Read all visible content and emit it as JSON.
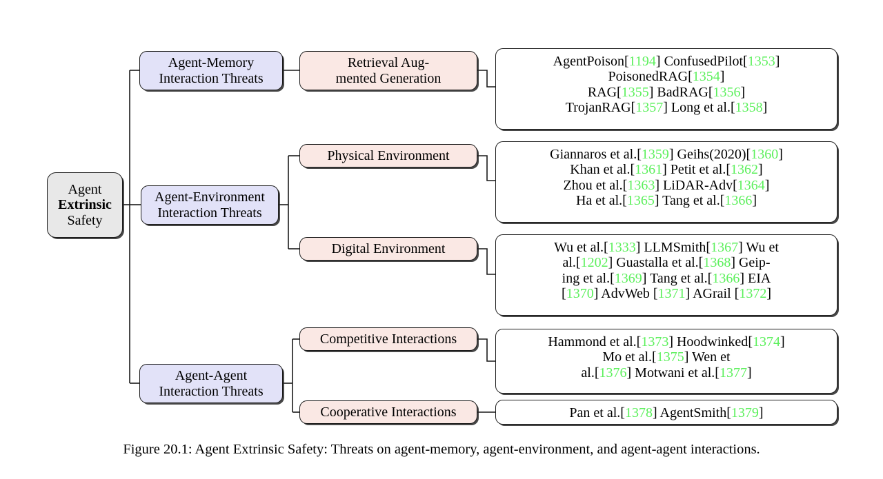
{
  "figure": {
    "caption": "Figure 20.1: Agent Extrinsic Safety: Threats on agent-memory, agent-environment, and agent-agent interactions.",
    "background_color": "#ffffff",
    "citation_color": "#5cf05c",
    "line_color": "#1a1a1a"
  },
  "root": {
    "name": "agent-extrinsic-safety",
    "line1": "Agent",
    "line2": "Extrinsic",
    "line3": "Safety",
    "fill_color": "#e8e8e8"
  },
  "branches": [
    {
      "id": "agent-memory",
      "line1": "Agent-Memory",
      "line2": "Interaction Threats",
      "fill_color": "#e2e2f8",
      "categories": [
        {
          "id": "retrieval-augmented-generation",
          "line1": "Retrieval Aug-",
          "line2": "mented Generation",
          "fill_color": "#fae8e4",
          "leaf": {
            "id": "rag-citations",
            "lines": [
              [
                {
                  "t": "AgentPoison",
                  "k": "txt"
                },
                {
                  "t": "[",
                  "k": "brk"
                },
                {
                  "t": "1194",
                  "k": "cite"
                },
                {
                  "t": "]",
                  "k": "brk"
                },
                {
                  "t": " ConfusedPilot",
                  "k": "txt"
                },
                {
                  "t": "[",
                  "k": "brk"
                },
                {
                  "t": "1353",
                  "k": "cite"
                },
                {
                  "t": "]",
                  "k": "brk"
                }
              ],
              [
                {
                  "t": "PoisonedRAG",
                  "k": "txt"
                },
                {
                  "t": "[",
                  "k": "brk"
                },
                {
                  "t": "1354",
                  "k": "cite"
                },
                {
                  "t": "]",
                  "k": "brk"
                }
              ],
              [
                {
                  "t": "RAG",
                  "k": "txt"
                },
                {
                  "t": "[",
                  "k": "brk"
                },
                {
                  "t": "1355",
                  "k": "cite"
                },
                {
                  "t": "]",
                  "k": "brk"
                },
                {
                  "t": " BadRAG",
                  "k": "txt"
                },
                {
                  "t": "[",
                  "k": "brk"
                },
                {
                  "t": "1356",
                  "k": "cite"
                },
                {
                  "t": "]",
                  "k": "brk"
                }
              ],
              [
                {
                  "t": "TrojanRAG",
                  "k": "txt"
                },
                {
                  "t": "[",
                  "k": "brk"
                },
                {
                  "t": "1357",
                  "k": "cite"
                },
                {
                  "t": "]",
                  "k": "brk"
                },
                {
                  "t": " Long et al.",
                  "k": "txt"
                },
                {
                  "t": "[",
                  "k": "brk"
                },
                {
                  "t": "1358",
                  "k": "cite"
                },
                {
                  "t": "]",
                  "k": "brk"
                }
              ]
            ]
          }
        }
      ]
    },
    {
      "id": "agent-environment",
      "line1": "Agent-Environment",
      "line2": "Interaction Threats",
      "fill_color": "#e2e2f8",
      "categories": [
        {
          "id": "physical-environment",
          "line1": "Physical Environment",
          "line2": "",
          "fill_color": "#fae8e4",
          "leaf": {
            "id": "physical-environment-citations",
            "lines": [
              [
                {
                  "t": "Giannaros et al.",
                  "k": "txt"
                },
                {
                  "t": "[",
                  "k": "brk"
                },
                {
                  "t": "1359",
                  "k": "cite"
                },
                {
                  "t": "]",
                  "k": "brk"
                },
                {
                  "t": " Geihs(2020)",
                  "k": "txt"
                },
                {
                  "t": "[",
                  "k": "brk"
                },
                {
                  "t": "1360",
                  "k": "cite"
                },
                {
                  "t": "]",
                  "k": "brk"
                }
              ],
              [
                {
                  "t": "Khan et al.",
                  "k": "txt"
                },
                {
                  "t": "[",
                  "k": "brk"
                },
                {
                  "t": "1361",
                  "k": "cite"
                },
                {
                  "t": "]",
                  "k": "brk"
                },
                {
                  "t": " Petit et al.",
                  "k": "txt"
                },
                {
                  "t": "[",
                  "k": "brk"
                },
                {
                  "t": "1362",
                  "k": "cite"
                },
                {
                  "t": "]",
                  "k": "brk"
                }
              ],
              [
                {
                  "t": "Zhou et al.",
                  "k": "txt"
                },
                {
                  "t": "[",
                  "k": "brk"
                },
                {
                  "t": "1363",
                  "k": "cite"
                },
                {
                  "t": "]",
                  "k": "brk"
                },
                {
                  "t": " LiDAR-Adv",
                  "k": "txt"
                },
                {
                  "t": "[",
                  "k": "brk"
                },
                {
                  "t": "1364",
                  "k": "cite"
                },
                {
                  "t": "]",
                  "k": "brk"
                }
              ],
              [
                {
                  "t": "Ha et al.",
                  "k": "txt"
                },
                {
                  "t": "[",
                  "k": "brk"
                },
                {
                  "t": "1365",
                  "k": "cite"
                },
                {
                  "t": "]",
                  "k": "brk"
                },
                {
                  "t": " Tang et al.",
                  "k": "txt"
                },
                {
                  "t": "[",
                  "k": "brk"
                },
                {
                  "t": "1366",
                  "k": "cite"
                },
                {
                  "t": "]",
                  "k": "brk"
                }
              ]
            ]
          }
        },
        {
          "id": "digital-environment",
          "line1": "Digital Environment",
          "line2": "",
          "fill_color": "#fae8e4",
          "leaf": {
            "id": "digital-environment-citations",
            "lines": [
              [
                {
                  "t": "Wu et al.",
                  "k": "txt"
                },
                {
                  "t": "[",
                  "k": "brk"
                },
                {
                  "t": "1333",
                  "k": "cite"
                },
                {
                  "t": "]",
                  "k": "brk"
                },
                {
                  "t": " LLMSmith",
                  "k": "txt"
                },
                {
                  "t": "[",
                  "k": "brk"
                },
                {
                  "t": "1367",
                  "k": "cite"
                },
                {
                  "t": "]",
                  "k": "brk"
                },
                {
                  "t": " Wu et",
                  "k": "txt"
                }
              ],
              [
                {
                  "t": "al.",
                  "k": "txt"
                },
                {
                  "t": "[",
                  "k": "brk"
                },
                {
                  "t": "1202",
                  "k": "cite"
                },
                {
                  "t": "]",
                  "k": "brk"
                },
                {
                  "t": " Guastalla et al.",
                  "k": "txt"
                },
                {
                  "t": "[",
                  "k": "brk"
                },
                {
                  "t": "1368",
                  "k": "cite"
                },
                {
                  "t": "]",
                  "k": "brk"
                },
                {
                  "t": " Geip-",
                  "k": "txt"
                }
              ],
              [
                {
                  "t": "ing et al.",
                  "k": "txt"
                },
                {
                  "t": "[",
                  "k": "brk"
                },
                {
                  "t": "1369",
                  "k": "cite"
                },
                {
                  "t": "]",
                  "k": "brk"
                },
                {
                  "t": " Tang et al.",
                  "k": "txt"
                },
                {
                  "t": "[",
                  "k": "brk"
                },
                {
                  "t": "1366",
                  "k": "cite"
                },
                {
                  "t": "]",
                  "k": "brk"
                },
                {
                  "t": " EIA",
                  "k": "txt"
                }
              ],
              [
                {
                  "t": "[",
                  "k": "brk"
                },
                {
                  "t": "1370",
                  "k": "cite"
                },
                {
                  "t": "]",
                  "k": "brk"
                },
                {
                  "t": " AdvWeb ",
                  "k": "txt"
                },
                {
                  "t": "[",
                  "k": "brk"
                },
                {
                  "t": "1371",
                  "k": "cite"
                },
                {
                  "t": "]",
                  "k": "brk"
                },
                {
                  "t": " AGrail ",
                  "k": "txt"
                },
                {
                  "t": "[",
                  "k": "brk"
                },
                {
                  "t": "1372",
                  "k": "cite"
                },
                {
                  "t": "]",
                  "k": "brk"
                }
              ]
            ]
          }
        }
      ]
    },
    {
      "id": "agent-agent",
      "line1": "Agent-Agent",
      "line2": "Interaction Threats",
      "fill_color": "#e2e2f8",
      "categories": [
        {
          "id": "competitive-interactions",
          "line1": "Competitive Interactions",
          "line2": "",
          "fill_color": "#fae8e4",
          "leaf": {
            "id": "competitive-interactions-citations",
            "lines": [
              [
                {
                  "t": "Hammond et al.",
                  "k": "txt"
                },
                {
                  "t": "[",
                  "k": "brk"
                },
                {
                  "t": "1373",
                  "k": "cite"
                },
                {
                  "t": "]",
                  "k": "brk"
                },
                {
                  "t": " Hoodwinked",
                  "k": "txt"
                },
                {
                  "t": "[",
                  "k": "brk"
                },
                {
                  "t": "1374",
                  "k": "cite"
                },
                {
                  "t": "]",
                  "k": "brk"
                }
              ],
              [
                {
                  "t": "Mo et al.",
                  "k": "txt"
                },
                {
                  "t": "[",
                  "k": "brk"
                },
                {
                  "t": "1375",
                  "k": "cite"
                },
                {
                  "t": "]",
                  "k": "brk"
                },
                {
                  "t": " Wen et",
                  "k": "txt"
                }
              ],
              [
                {
                  "t": "al.",
                  "k": "txt"
                },
                {
                  "t": "[",
                  "k": "brk"
                },
                {
                  "t": "1376",
                  "k": "cite"
                },
                {
                  "t": "]",
                  "k": "brk"
                },
                {
                  "t": " Motwani et al.",
                  "k": "txt"
                },
                {
                  "t": "[",
                  "k": "brk"
                },
                {
                  "t": "1377",
                  "k": "cite"
                },
                {
                  "t": "]",
                  "k": "brk"
                }
              ]
            ]
          }
        },
        {
          "id": "cooperative-interactions",
          "line1": "Cooperative Interactions",
          "line2": "",
          "fill_color": "#fae8e4",
          "leaf": {
            "id": "cooperative-interactions-citations",
            "lines": [
              [
                {
                  "t": "Pan et al.",
                  "k": "txt"
                },
                {
                  "t": "[",
                  "k": "brk"
                },
                {
                  "t": "1378",
                  "k": "cite"
                },
                {
                  "t": "]",
                  "k": "brk"
                },
                {
                  "t": " AgentSmith",
                  "k": "txt"
                },
                {
                  "t": "[",
                  "k": "brk"
                },
                {
                  "t": "1379",
                  "k": "cite"
                },
                {
                  "t": "]",
                  "k": "brk"
                }
              ]
            ]
          }
        }
      ]
    }
  ]
}
